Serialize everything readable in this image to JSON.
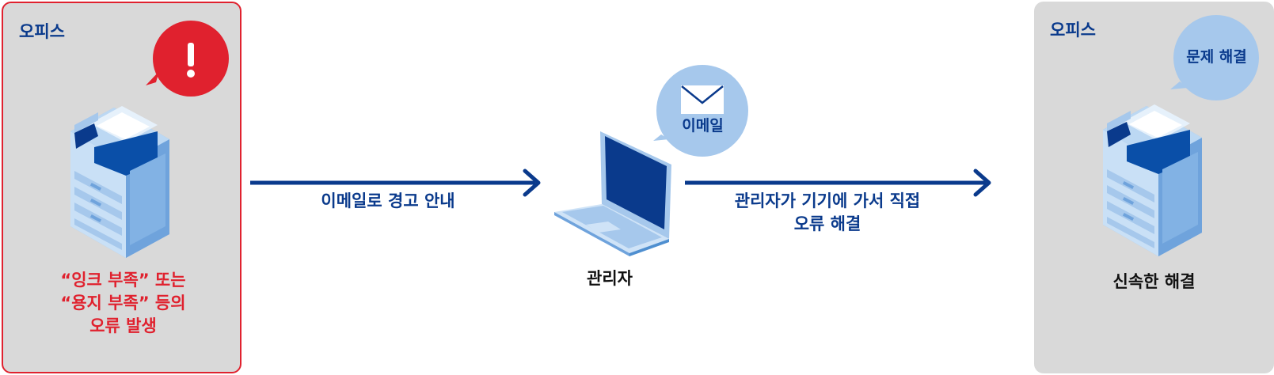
{
  "left_panel": {
    "title": "오피스",
    "alert_symbol": "!",
    "caption": "“잉크 부족” 또는\n“용지 부족” 등의\n오류 발생",
    "alert_color": "#e0212e"
  },
  "arrow1": {
    "label": "이메일로 경고 안내"
  },
  "center": {
    "email_bubble": "이메일",
    "caption": "관리자"
  },
  "arrow2": {
    "label": "관리자가 기기에 가서 직접\n오류 해결"
  },
  "right_panel": {
    "title": "오피스",
    "bubble": "문제 해결",
    "caption": "신속한 해결"
  },
  "colors": {
    "navy": "#0a3a8c",
    "panel_gray": "#d9d9d9",
    "bubble_blue": "#a6c8ec",
    "red": "#e0212e"
  },
  "icons": [
    "printer-icon",
    "alert-icon",
    "laptop-icon",
    "envelope-icon"
  ]
}
